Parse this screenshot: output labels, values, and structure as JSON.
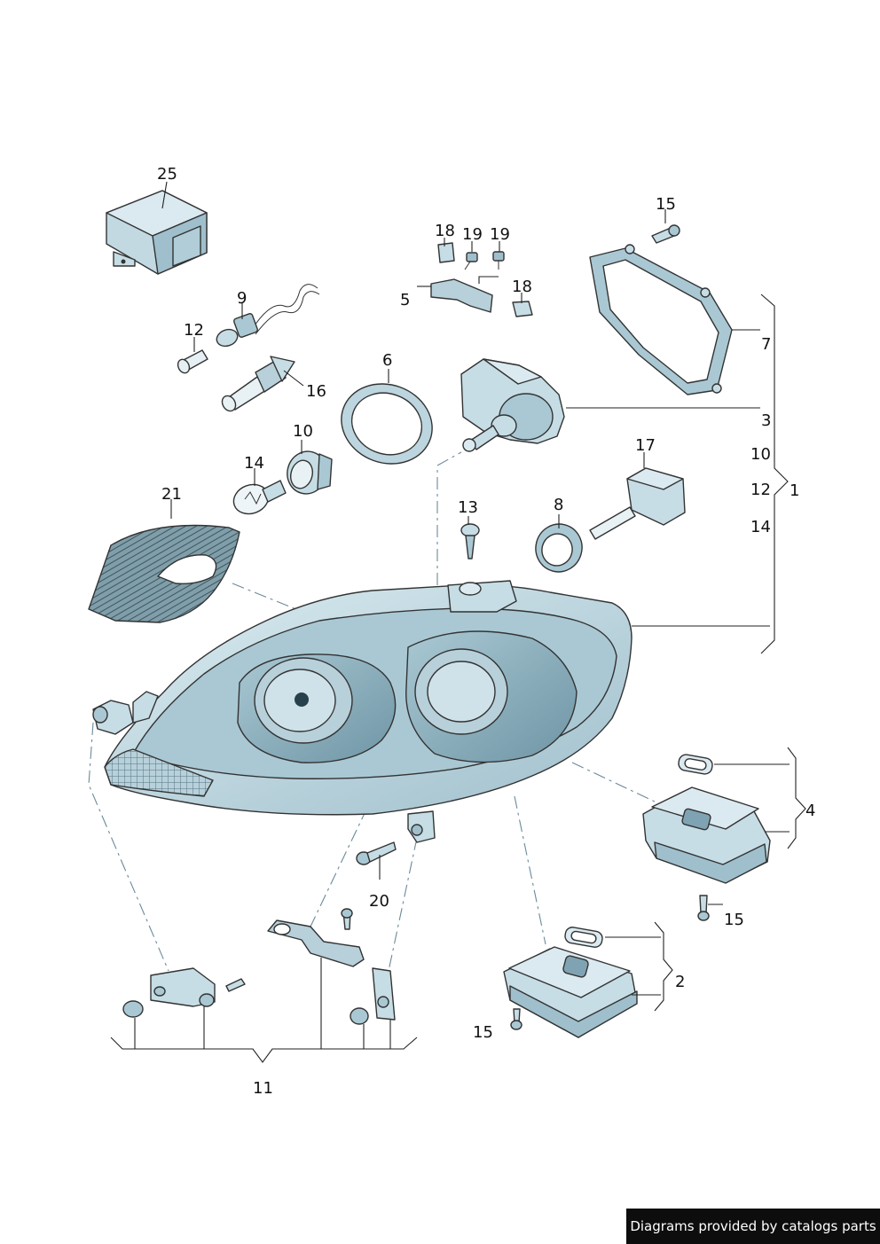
{
  "labels": {
    "l1": "1",
    "l2": "2",
    "l3": "3",
    "l4": "4",
    "l5": "5",
    "l6": "6",
    "l7": "7",
    "l8": "8",
    "l9": "9",
    "l10a": "10",
    "l10b": "10",
    "l11": "11",
    "l12a": "12",
    "l12b": "12",
    "l13": "13",
    "l14a": "14",
    "l14b": "14",
    "l15a": "15",
    "l15b": "15",
    "l15c": "15",
    "l16": "16",
    "l17": "17",
    "l18a": "18",
    "l18b": "18",
    "l19a": "19",
    "l19b": "19",
    "l20": "20",
    "l21": "21",
    "l25": "25"
  },
  "footer": {
    "text": "Diagrams provided by catalogs parts"
  },
  "colors": {
    "part_fill": "#c6dde5",
    "part_dark": "#7fa3b2",
    "part_shade": "#a9c8d3",
    "outline": "#333333"
  }
}
